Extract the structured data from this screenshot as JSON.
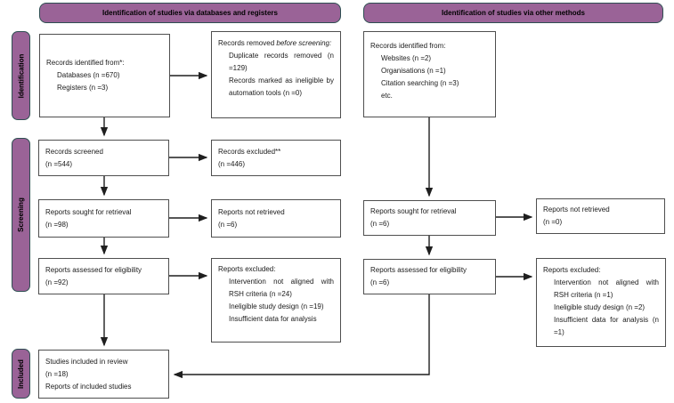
{
  "colors": {
    "stage_fill": "#9a6397",
    "stage_border": "#2e4f52",
    "box_border": "#4f4f4f",
    "arrow": "#1f1f1f"
  },
  "headers": {
    "left": "Identification of studies via databases and registers",
    "right": "Identification of studies via other methods"
  },
  "stages": {
    "identification": "Identification",
    "screening": "Screening",
    "included": "Included"
  },
  "boxes": {
    "records_identified_db": {
      "title": "Records identified from*:",
      "items": [
        "Databases (n =670)",
        "Registers (n =3)"
      ]
    },
    "records_removed": {
      "intro": "Records removed",
      "intro_italic": "before screening:",
      "items": [
        "Duplicate records removed (n =129)",
        "Records marked as ineligible by automation tools (n =0)"
      ]
    },
    "records_screened": {
      "line1": "Records screened",
      "line2": "(n =544)"
    },
    "records_excluded": {
      "line1": "Records excluded**",
      "line2": "(n =446)"
    },
    "reports_sought_db": {
      "line1": "Reports sought for retrieval",
      "line2": "(n =98)"
    },
    "reports_not_retrieved_db": {
      "line1": "Reports not retrieved",
      "line2": "(n =6)"
    },
    "reports_assessed_db": {
      "line1": "Reports assessed for eligibility",
      "line2": "(n =92)"
    },
    "reports_excluded_db": {
      "title": "Reports excluded:",
      "items": [
        "Intervention not aligned with RSH criteria (n =24)",
        "Ineligible study design (n =19)",
        "Insufficient data for analysis"
      ]
    },
    "studies_included": {
      "line1": "Studies included in review",
      "line2": "(n =18)",
      "line3": "Reports of included studies"
    },
    "records_identified_other": {
      "title": "Records identified from:",
      "items": [
        "Websites (n =2)",
        "Organisations (n =1)",
        "Citation searching (n =3)",
        "etc."
      ]
    },
    "reports_sought_other": {
      "line1": "Reports sought for retrieval",
      "line2": "(n =6)"
    },
    "reports_not_retrieved_other": {
      "line1": "Reports not retrieved",
      "line2": "(n =0)"
    },
    "reports_assessed_other": {
      "line1": "Reports assessed for eligibility",
      "line2": "(n =6)"
    },
    "reports_excluded_other": {
      "title": "Reports excluded:",
      "items": [
        "Intervention not aligned with RSH criteria (n =1)",
        "Ineligible study design (n =2)",
        "Insufficient data for analysis (n =1)"
      ]
    }
  }
}
